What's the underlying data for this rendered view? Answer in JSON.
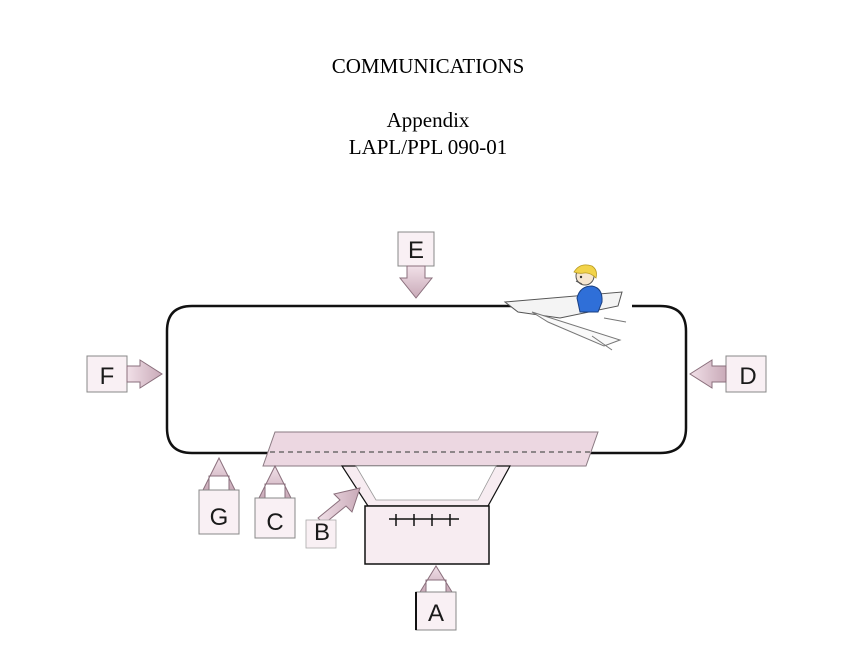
{
  "document": {
    "title": "COMMUNICATIONS",
    "subtitle": "Appendix",
    "reference": "LAPL/PPL 090-01"
  },
  "diagram": {
    "colors": {
      "outline": "#111111",
      "arrow_fill": "#c9aab8",
      "arrow_light": "#f1e0e8",
      "box_fill": "#f7ecf1",
      "tray_fill": "#ecd7e1",
      "pilot_shirt": "#2f6fd8",
      "pilot_hair": "#f2d34a"
    },
    "labels": {
      "a": "A",
      "b": "B",
      "c": "C",
      "d": "D",
      "e": "E",
      "f": "F",
      "g": "G"
    }
  }
}
